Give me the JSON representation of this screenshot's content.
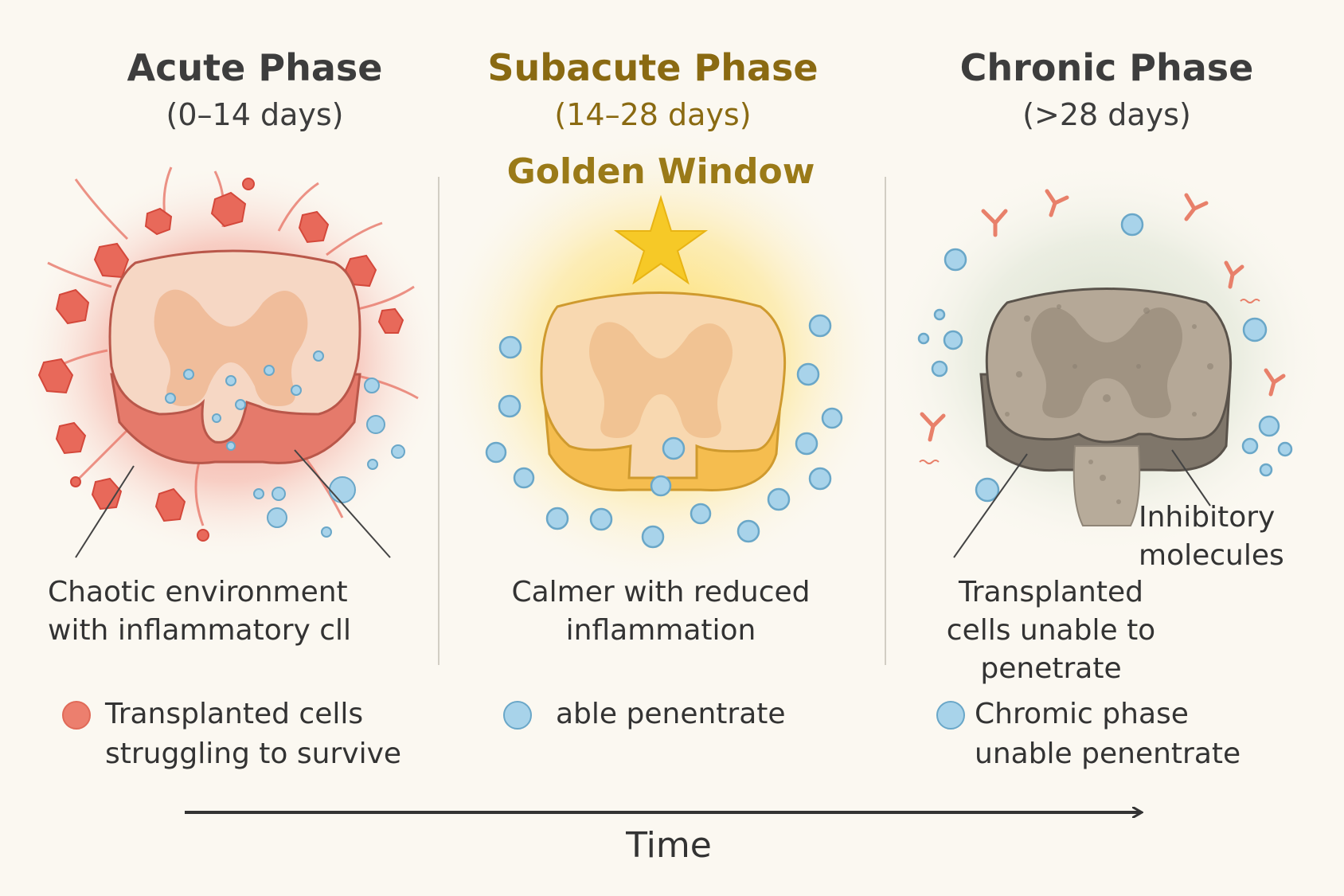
{
  "phases": [
    {
      "title": "Acute Phase",
      "range": "(0–14 days)",
      "desc_lines": [
        "Chaotic environment",
        "with inflammatory cll"
      ],
      "legend_lines": [
        "Transplanted cells",
        "struggling to survive"
      ],
      "legend_color": "#ec7f6e"
    },
    {
      "title": "Subacute Phase",
      "range": "(14–28 days)",
      "highlight": "Golden Window",
      "desc_lines": [
        "Calmer with reduced",
        "inflammation"
      ],
      "legend_lines": [
        "able penentrate"
      ],
      "legend_color": "#a8d3ea"
    },
    {
      "title": "Chronic Phase",
      "range": "(>28 days)",
      "annotation_lines": [
        "Inhibitory",
        "molecules"
      ],
      "desc_lines": [
        "Transplanted",
        "cells unable to",
        "penetrate"
      ],
      "legend_lines": [
        "Chromic phase",
        "unable penentrate"
      ],
      "legend_color": "#a8d3ea"
    }
  ],
  "axis_label": "Time",
  "colors": {
    "inflammation": "#e8584a",
    "gold": "#f6c927",
    "blue_cell": "#a8d3ea",
    "chronic_tissue": "#a69887"
  }
}
